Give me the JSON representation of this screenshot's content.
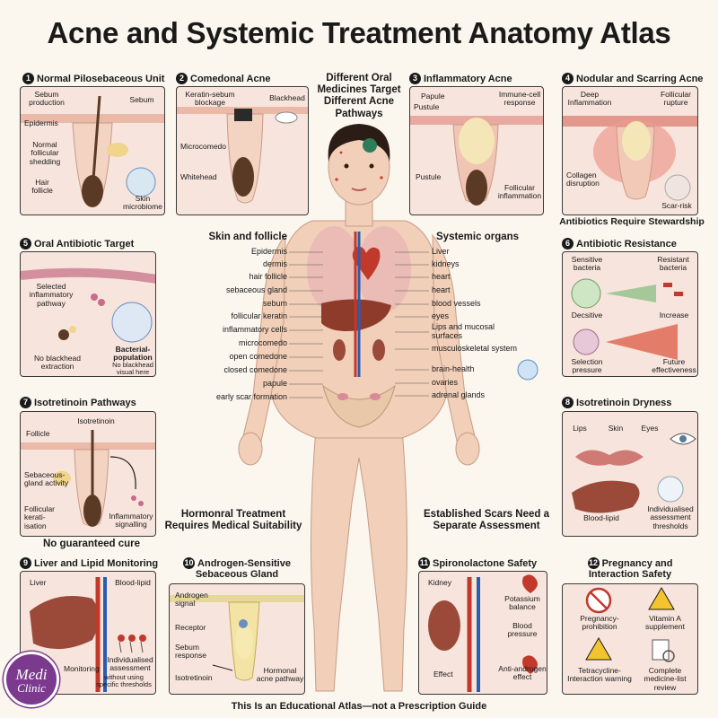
{
  "title": "Acne and Systemic Treatment Anatomy Atlas",
  "footer": "This Is an Educational Atlas—not a Prescription Guide",
  "top_center_heading": "Different Oral Medicines Target Different Acne Pathways",
  "mid_left_heading": "Hormonral Treatment Requires Medical Suitability",
  "mid_right_heading": "Established Scars Need a Separate Assessment",
  "no_cure": "No guaranteed cure",
  "stewardship": "Antibiotics Require Stewardship",
  "logo": {
    "line1": "Medi",
    "line2": "Clinic"
  },
  "left_column_title": "Skin and follicle",
  "left_column": [
    "Epidermis",
    "dermis",
    "hair follicle",
    "sebaceous gland",
    "sebum",
    "follicular keratin",
    "inflammatory cells",
    "microcomedo",
    "open comedone",
    "closed comedone",
    "papule",
    "early scar formation"
  ],
  "right_column_title": "Systemic organs",
  "right_column": [
    "Liver",
    "kidneys",
    "heart",
    "heart",
    "blood vessels",
    "eyes",
    "Lips and mucosal surfaces",
    "musculoskeletal system",
    "brain-health",
    "ovaries",
    "adrenal glands"
  ],
  "panels": {
    "p1": {
      "num": "1",
      "title": "Normal Pilosebaceous Unit",
      "labels": [
        "Sebum production",
        "Sebum",
        "Epidermis",
        "Normal follicular shedding",
        "Hair follicle",
        "Skin microbiome"
      ]
    },
    "p2": {
      "num": "2",
      "title": "Comedonal Acne",
      "labels": [
        "Keratin-sebum blockage",
        "Blackhead",
        "Microcomedo",
        "Whitehead"
      ]
    },
    "p3": {
      "num": "3",
      "title": "Inflammatory Acne",
      "labels": [
        "Papule",
        "Pustule",
        "Immune-cell response",
        "Pustule",
        "Follicular inflammation"
      ]
    },
    "p4": {
      "num": "4",
      "title": "Nodular and Scarring Acne",
      "labels": [
        "Deep Inflammation",
        "Follicular rupture",
        "Collagen disruption",
        "Scar-risk"
      ]
    },
    "p5": {
      "num": "5",
      "title": "Oral Antibiotic Target",
      "labels": [
        "Selected inflammatory pathway",
        "Bacterial-population",
        "No blackhead visual here",
        "No blackhead extraction"
      ]
    },
    "p6": {
      "num": "6",
      "title": "Antibiotic Resistance",
      "labels": [
        "Sensitive bacteria",
        "Resistant bacteria",
        "Decsitive",
        "Increase",
        "Selection pressure",
        "Future effectiveness"
      ]
    },
    "p7": {
      "num": "7",
      "title": "Isotretinoin Pathways",
      "labels": [
        "Isotretinoin",
        "Follicle",
        "Sebaceous-gland activity",
        "Follicular kerati-isation",
        "Inflammatory signalling"
      ]
    },
    "p8": {
      "num": "8",
      "title": "Isotretinoin Dryness",
      "labels": [
        "Lips",
        "Skin",
        "Eyes",
        "Blood-lipid",
        "Individualised assessment thresholds"
      ]
    },
    "p9": {
      "num": "9",
      "title": "Liver and Lipid Monitoring",
      "labels": [
        "Liver",
        "Blood-lipid",
        "Monitoring",
        "Individualised assessment",
        "without using specific thresholds"
      ]
    },
    "p10": {
      "num": "10",
      "title": "Androgen-Sensitive Sebaceous Gland",
      "labels": [
        "Androgen signal",
        "Receptor",
        "Sebum response",
        "Isotretinoin",
        "Hormonal acne pathway"
      ]
    },
    "p11": {
      "num": "11",
      "title": "Spironolactone Safety",
      "labels": [
        "Kidney",
        "Potassium balance",
        "Blood pressure",
        "Effect",
        "Anti-androgen effect"
      ]
    },
    "p12": {
      "num": "12",
      "title": "Pregnancy and Interaction Safety",
      "labels": [
        "Pregnancy-prohibition",
        "Vitamin A supplement",
        "Tetracycline-Interaction warning",
        "Complete medicine-list review"
      ]
    }
  },
  "colors": {
    "skin": "#f3d6c4",
    "panel_bg": "#f7e4dc",
    "accent_red": "#c0392b",
    "logo_purple": "#7b3a8e"
  }
}
